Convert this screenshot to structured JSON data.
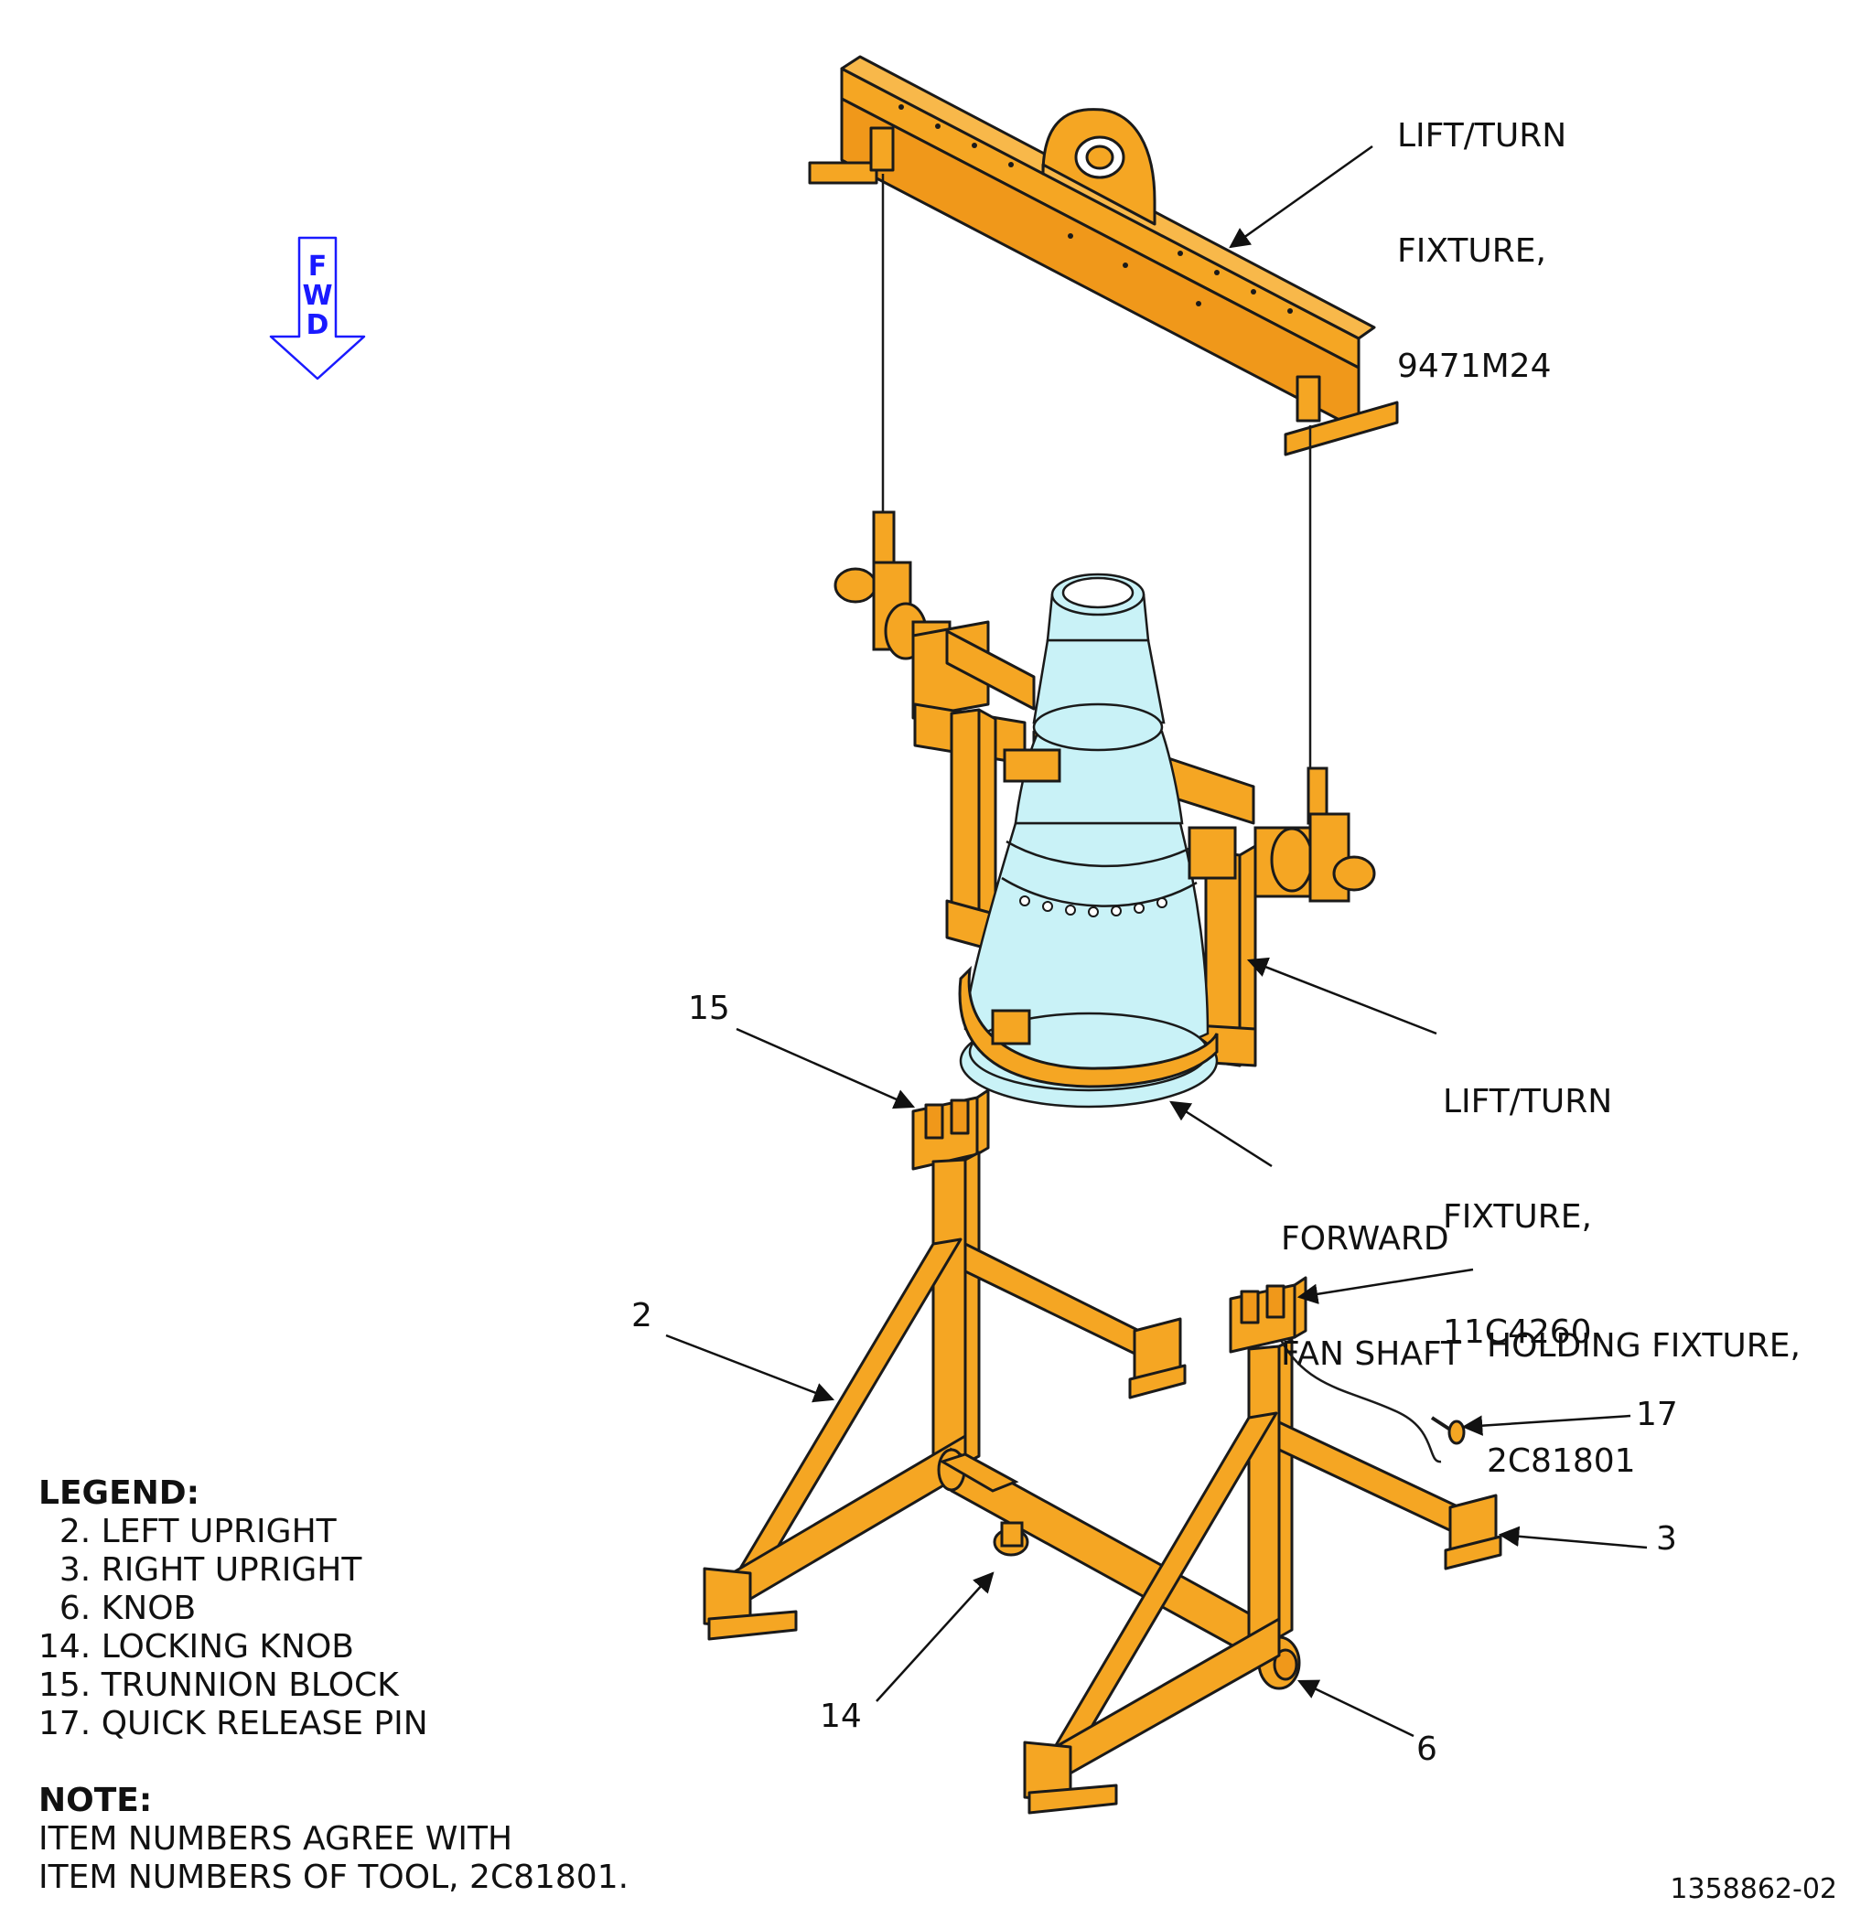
{
  "callouts": {
    "lift_turn_top": {
      "line1": "LIFT/TURN",
      "line2": "FIXTURE,",
      "line3": "9471M24"
    },
    "lift_turn_mid": {
      "line1": "LIFT/TURN",
      "line2": "FIXTURE,",
      "line3": "11C4260"
    },
    "forward_fan_shaft": {
      "line1": "FORWARD",
      "line2": "FAN SHAFT"
    },
    "holding_fixture": {
      "line1": "HOLDING FIXTURE,",
      "line2": "2C81801"
    },
    "item_15": "15",
    "item_2": "2",
    "item_17": "17",
    "item_3": "3",
    "item_14": "14",
    "item_6": "6"
  },
  "fwd_arrow": {
    "l1": "F",
    "l2": "W",
    "l3": "D",
    "color": "#1a1aff"
  },
  "legend": {
    "title": "LEGEND:",
    "items": [
      "  2. LEFT UPRIGHT",
      "  3. RIGHT UPRIGHT",
      "  6. KNOB",
      "14. LOCKING KNOB",
      "15. TRUNNION BLOCK",
      "17. QUICK RELEASE PIN"
    ]
  },
  "note": {
    "title": "NOTE:",
    "line1": "ITEM NUMBERS AGREE WITH",
    "line2": "ITEM NUMBERS OF TOOL, 2C81801."
  },
  "figure_id": "1358862-02",
  "colors": {
    "fixture": "#f5a623",
    "outline": "#1a1a1a",
    "shaft": "#c9f2f7",
    "fwd": "#1a1aff"
  }
}
